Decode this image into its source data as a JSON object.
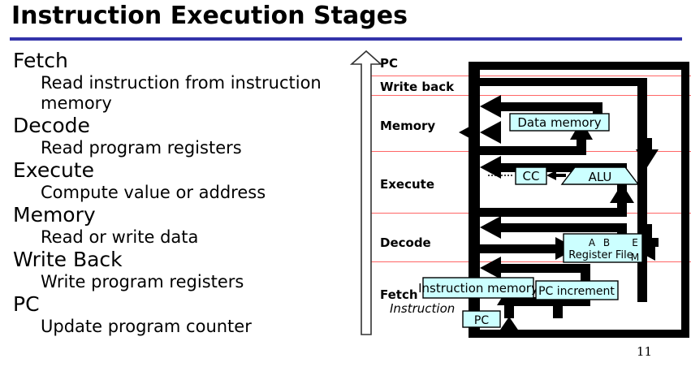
{
  "slide": {
    "title": "Instruction Execution Stages",
    "page_number": "11",
    "rule_color": "#3333aa"
  },
  "bullets": [
    {
      "level": 1,
      "text": "Fetch"
    },
    {
      "level": 2,
      "text": "Read instruction from instruction memory"
    },
    {
      "level": 1,
      "text": "Decode"
    },
    {
      "level": 2,
      "text": "Read program registers"
    },
    {
      "level": 1,
      "text": "Execute"
    },
    {
      "level": 2,
      "text": "Compute value or address"
    },
    {
      "level": 1,
      "text": "Memory"
    },
    {
      "level": 2,
      "text": "Read or write data"
    },
    {
      "level": 1,
      "text": "Write Back"
    },
    {
      "level": 2,
      "text": "Write program registers"
    },
    {
      "level": 1,
      "text": "PC"
    },
    {
      "level": 2,
      "text": "Update program counter"
    }
  ],
  "diagram": {
    "box_fill": "#ccffff",
    "box_stroke": "#000000",
    "divider_color": "#ff6666",
    "wire_color": "#000000",
    "stage_labels": [
      {
        "name": "pc",
        "text": "PC"
      },
      {
        "name": "write-back",
        "text": "Write back"
      },
      {
        "name": "memory",
        "text": "Memory"
      },
      {
        "name": "execute",
        "text": "Execute"
      },
      {
        "name": "decode",
        "text": "Decode"
      },
      {
        "name": "fetch",
        "text": "Fetch"
      }
    ],
    "blocks": [
      {
        "name": "data-memory-block",
        "text": "Data memory"
      },
      {
        "name": "cc-block",
        "text": "CC"
      },
      {
        "name": "alu-block",
        "text": "ALU"
      },
      {
        "name": "register-file-block",
        "text": "Register File"
      },
      {
        "name": "register-file-port-a",
        "text": "A"
      },
      {
        "name": "register-file-port-b",
        "text": "B"
      },
      {
        "name": "register-file-port-e",
        "text": "E"
      },
      {
        "name": "register-file-port-m",
        "text": "M"
      },
      {
        "name": "instruction-memory-block",
        "text": "Instruction memory"
      },
      {
        "name": "pc-increment-block",
        "text": "PC increment"
      },
      {
        "name": "pc-block",
        "text": "PC"
      }
    ],
    "annotations": [
      {
        "name": "instruction-label",
        "text": "Instruction"
      }
    ]
  }
}
